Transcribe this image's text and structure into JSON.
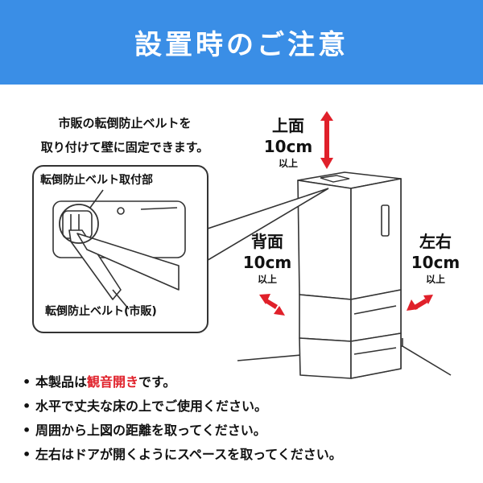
{
  "header": {
    "title": "設置時のご注意"
  },
  "intro": {
    "line1": "市販の転倒防止ベルトを",
    "line2": "取り付けて壁に固定できます。"
  },
  "callout": {
    "top_label": "転倒防止ベルト取付部",
    "bottom_label": "転倒防止ベルト(市販)"
  },
  "clearances": {
    "top": {
      "name": "上面",
      "value": "10cm",
      "suffix": "以上"
    },
    "back": {
      "name": "背面",
      "value": "10cm",
      "suffix": "以上"
    },
    "side": {
      "name": "左右",
      "value": "10cm",
      "suffix": "以上"
    }
  },
  "notes": [
    {
      "pre": "本製品は",
      "highlight": "観音開き",
      "post": "です。"
    },
    {
      "text": "水平で丈夫な床の上でご使用ください。"
    },
    {
      "text": "周囲から上図の距離を取ってください。"
    },
    {
      "text": "左右はドアが開くようにスペースを取ってください。"
    }
  ],
  "colors": {
    "banner": "#3a8ee6",
    "arrow": "#e0202a",
    "highlight": "#e0202a"
  }
}
